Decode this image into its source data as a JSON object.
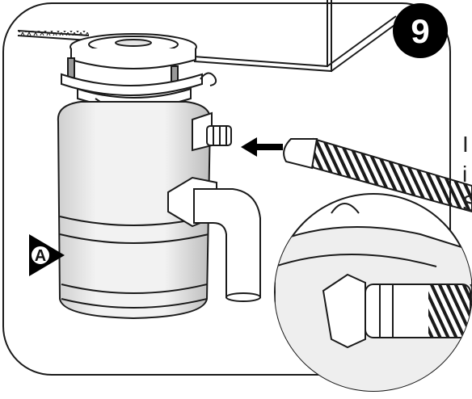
{
  "step": {
    "number": "9"
  },
  "callout": {
    "label": "A"
  },
  "side_text": {
    "lines": [
      "I",
      "i",
      "S"
    ]
  },
  "colors": {
    "stroke": "#1a1a1a",
    "badge": "#000000",
    "background": "#ffffff",
    "shade": "#d9d9d9"
  }
}
